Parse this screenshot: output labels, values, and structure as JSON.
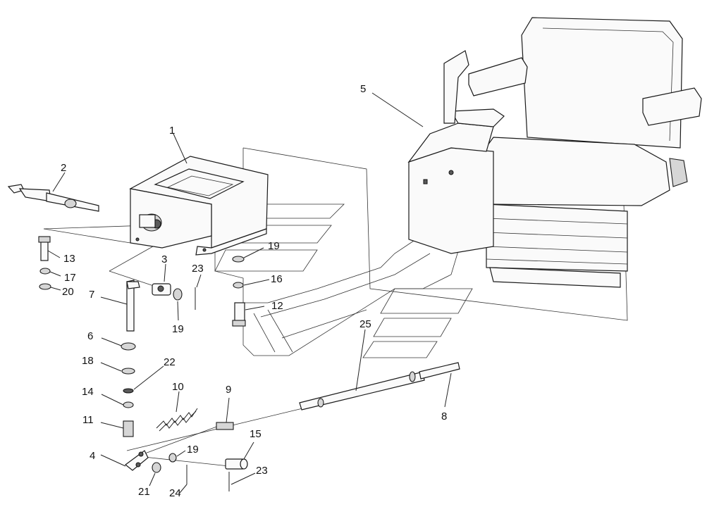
{
  "diagram": {
    "callouts": [
      "1",
      "2",
      "3",
      "4",
      "5",
      "6",
      "7",
      "8",
      "9",
      "10",
      "11",
      "12",
      "13",
      "14",
      "15",
      "16",
      "17",
      "18",
      "19",
      "19",
      "19",
      "20",
      "21",
      "22",
      "23",
      "23",
      "24",
      "25"
    ]
  }
}
